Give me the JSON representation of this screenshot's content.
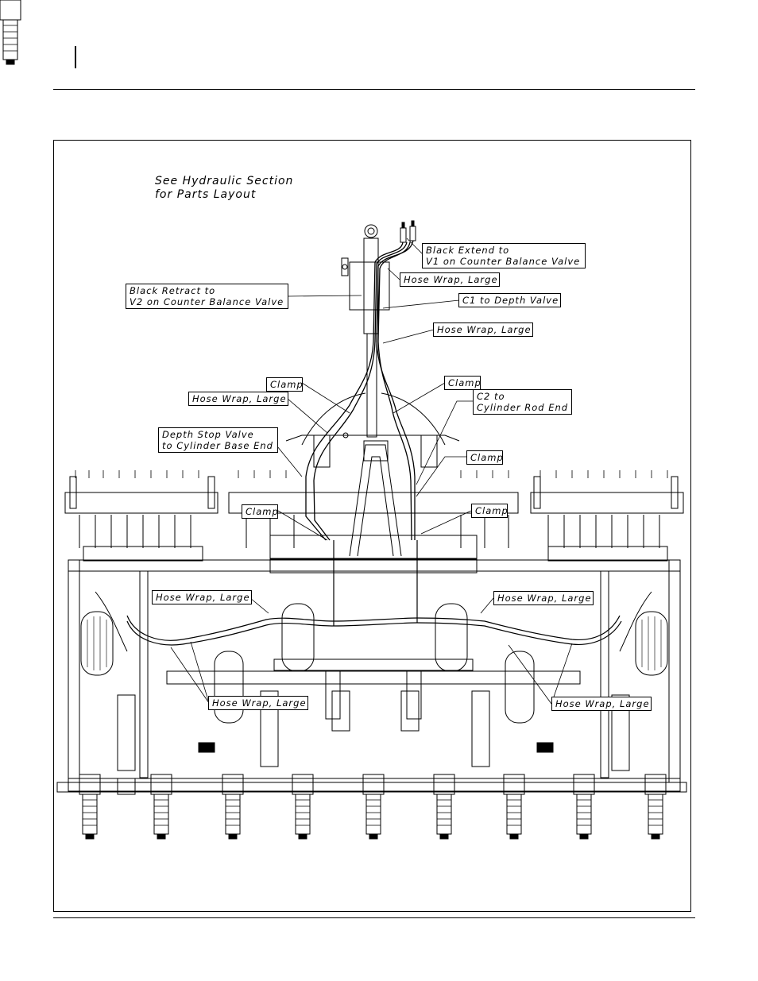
{
  "note": "See Hydraulic Section\nfor Parts Layout",
  "callouts": {
    "black_extend": "Black Extend to\nV1 on Counter Balance Valve",
    "hose_wrap_top": "Hose Wrap, Large",
    "black_retract": "Black Retract to\nV2 on Counter Balance Valve",
    "c1_depth": "C1 to Depth Valve",
    "hose_wrap_2": "Hose Wrap, Large",
    "clamp_left_upper": "Clamp",
    "clamp_right_upper": "Clamp",
    "hose_wrap_3": "Hose Wrap, Large",
    "c2_rod": "C2 to\nCylinder Rod End",
    "depth_stop": "Depth Stop Valve\nto Cylinder Base End",
    "clamp_right_mid": "Clamp",
    "clamp_left_lower": "Clamp",
    "clamp_right_lower": "Clamp",
    "hose_wrap_left": "Hose Wrap, Large",
    "hose_wrap_right": "Hose Wrap, Large",
    "hose_wrap_bottom_left": "Hose Wrap, Large",
    "hose_wrap_bottom_right": "Hose Wrap, Large"
  }
}
